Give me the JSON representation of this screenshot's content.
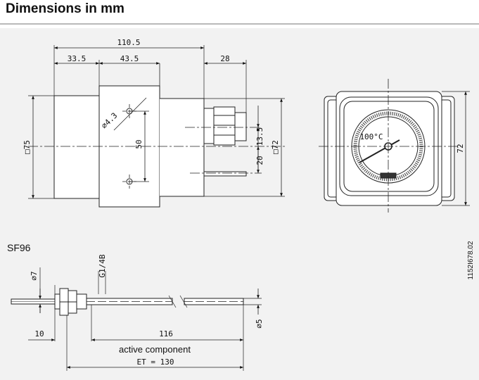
{
  "header": {
    "title": "Dimensions in mm"
  },
  "side_view": {
    "dim_overall_length": "110.5",
    "dim_left_section": "33.5",
    "dim_middle_section": "43.5",
    "dim_gland_section": "28",
    "dim_hole_diameter": "⌀4.3",
    "dim_hole_spacing": "50",
    "dim_housing_height": "□75",
    "dim_cover_height": "□72",
    "dim_gland_offset": "13.5",
    "dim_stem_offset": "20"
  },
  "front_view": {
    "dial_label": "100°C",
    "dim_front_height": "72"
  },
  "sensor": {
    "model": "SF96",
    "dim_stem_diameter": "⌀7",
    "dim_thread": "G1/4B",
    "dim_tip_length": "10",
    "dim_active_length": "116",
    "active_label": "active component",
    "dim_total_length": "ET = 130",
    "dim_probe_diameter": "⌀5"
  },
  "doc_id": "1152I678.02"
}
